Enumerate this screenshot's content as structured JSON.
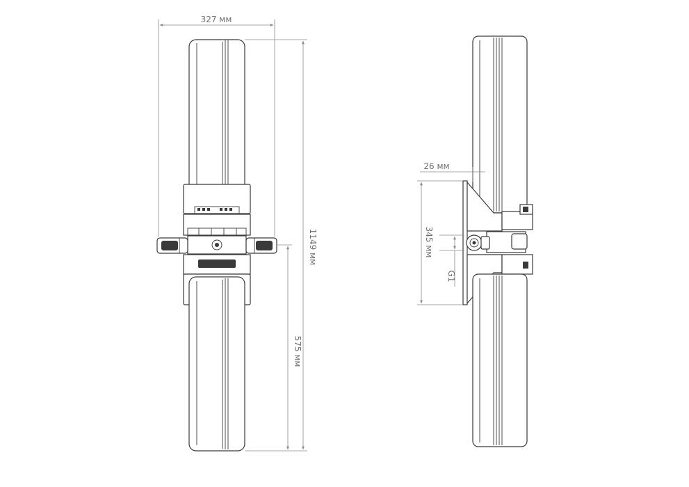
{
  "dimensions": {
    "width": "327 мм",
    "height_total": "1149 мм",
    "height_lower": "575 мм",
    "side_offset": "26 мм",
    "connection_span": "345 мм",
    "thread": "G1"
  }
}
